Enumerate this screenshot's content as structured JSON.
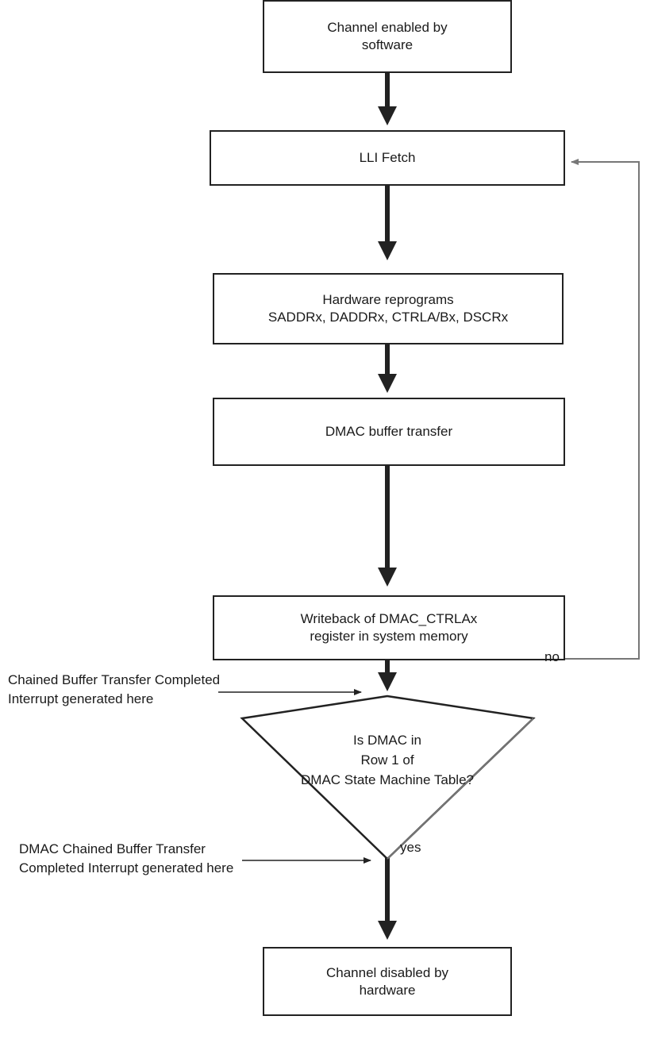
{
  "nodes": {
    "channel_enabled": {
      "lines": [
        "Channel enabled by",
        "software"
      ]
    },
    "lli_fetch": {
      "lines": [
        "LLI Fetch"
      ]
    },
    "hw_reprograms": {
      "lines": [
        "Hardware reprograms",
        "SADDRx, DADDRx, CTRLA/Bx, DSCRx"
      ]
    },
    "buffer_transfer": {
      "lines": [
        "DMAC buffer transfer"
      ]
    },
    "writeback": {
      "lines": [
        "Writeback of DMAC_CTRLAx",
        "register in system memory"
      ]
    },
    "decision": {
      "lines": [
        "Is DMAC in",
        "Row 1 of",
        "DMAC State Machine Table?"
      ]
    },
    "channel_disabled": {
      "lines": [
        "Channel disabled by",
        "hardware"
      ]
    }
  },
  "annotations": {
    "chained_interrupt": {
      "lines": [
        "Chained Buffer Transfer Completed",
        "Interrupt generated here"
      ]
    },
    "dmac_chained_interrupt": {
      "lines": [
        "DMAC Chained Buffer Transfer",
        "Completed Interrupt generated here"
      ]
    }
  },
  "edge_labels": {
    "no": "no",
    "yes": "yes"
  },
  "colors": {
    "main_stroke": "#222222",
    "loop_stroke": "#777777",
    "text": "#1a1a1a"
  }
}
